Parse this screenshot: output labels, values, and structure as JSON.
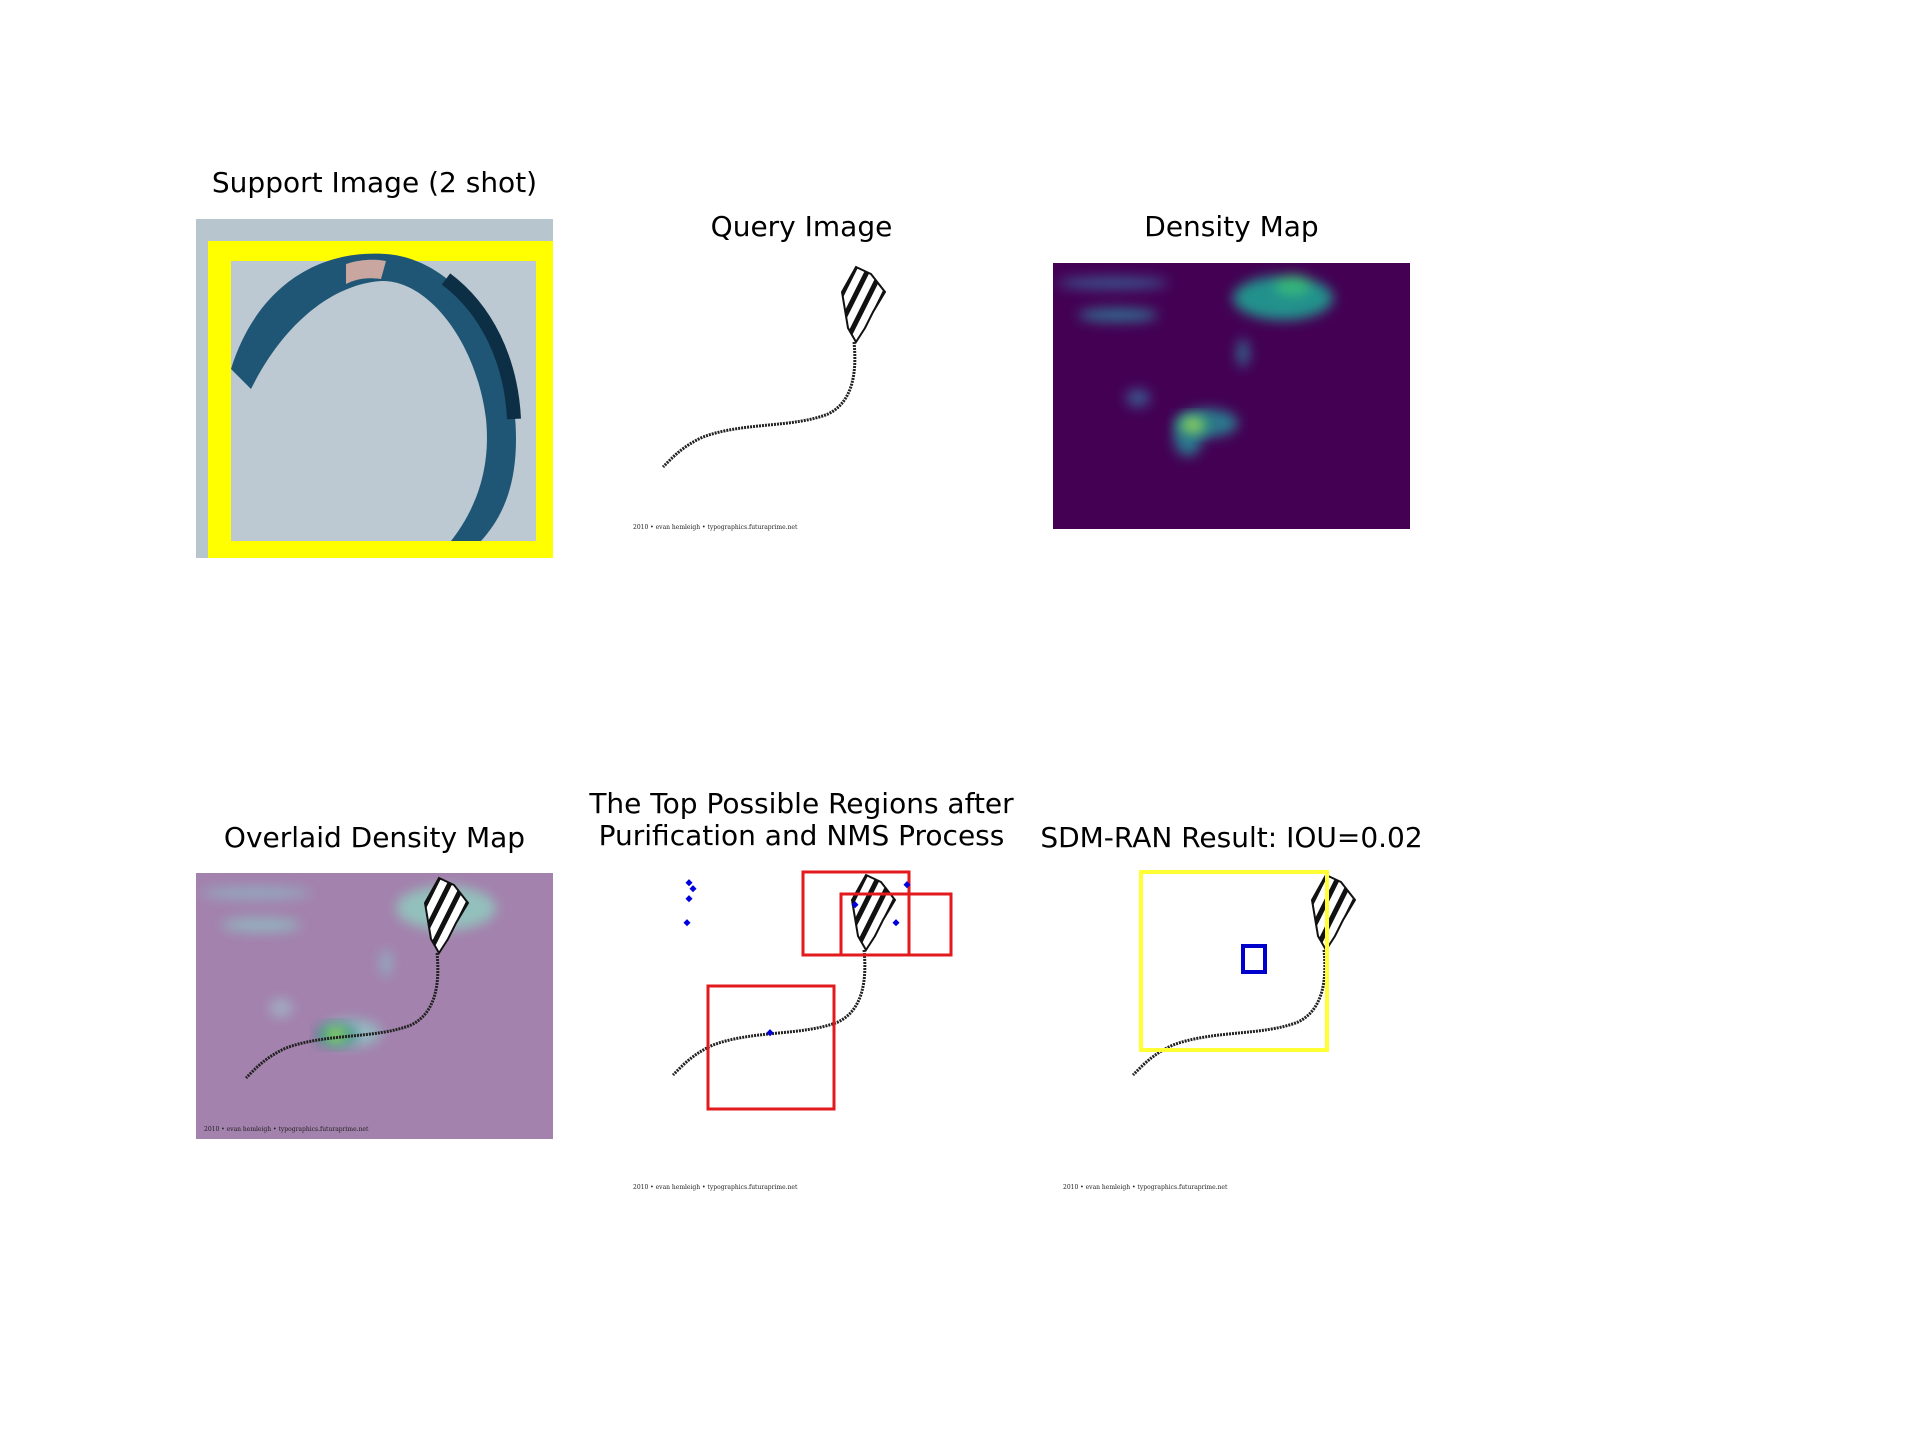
{
  "panels": {
    "support": {
      "title": "Support Image (2 shot)"
    },
    "query": {
      "title": "Query Image",
      "credit": "2010 • evan hemleigh • typographics.futuraprime.net"
    },
    "density": {
      "title": "Density Map"
    },
    "overlaid": {
      "title": "Overlaid Density Map",
      "credit": "2010 • evan hemleigh • typographics.futuraprime.net"
    },
    "regions": {
      "title_line1": "The Top Possible Regions after",
      "title_line2": "Purification and NMS Process",
      "credit": "2010 • evan hemleigh • typographics.futuraprime.net"
    },
    "result": {
      "title": "SDM-RAN Result: IOU=0.02",
      "credit": "2010 • evan hemleigh • typographics.futuraprime.net"
    }
  },
  "colors": {
    "support_box": "#ffff00",
    "density_bg": "#440154",
    "overlay_bg": "#a382ad",
    "region_box": "#e31a1c",
    "point": "#0000dd",
    "gt_box": "#ffff33",
    "pred_box": "#0000cc"
  },
  "icons": [
    "kite-icon"
  ]
}
